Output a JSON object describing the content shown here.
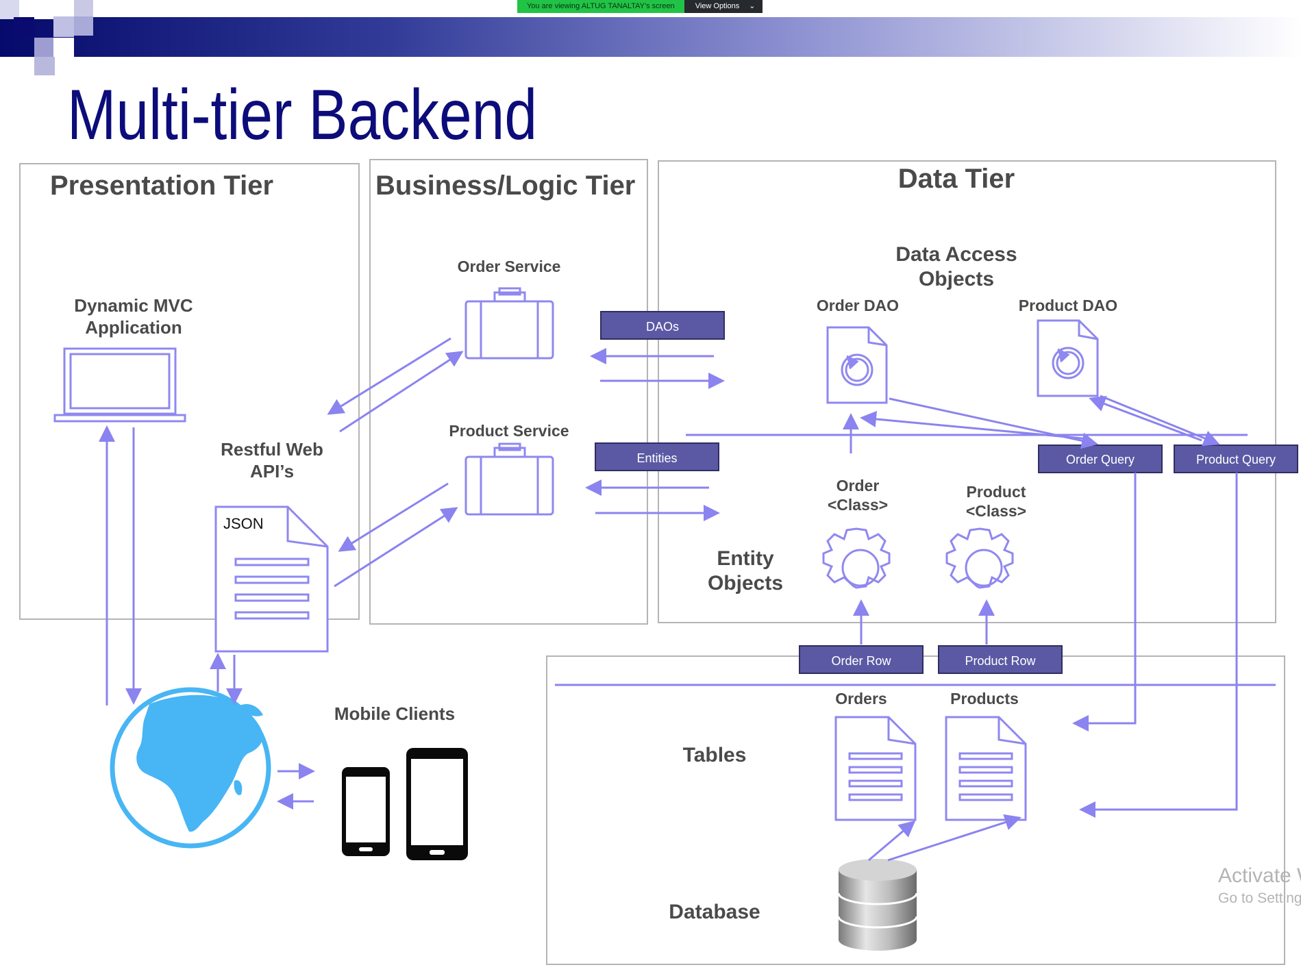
{
  "zoom_banner": {
    "viewing_text": "You are viewing ALTUG TANALTAY's screen",
    "view_options_label": "View Options"
  },
  "slide": {
    "title": "Multi-tier Backend",
    "colors": {
      "title": "#0c0c7a",
      "arrow": "#8b83ef",
      "icon": "#8f88f0",
      "box_fill": "#5b59a4",
      "globe": "#48b5f4",
      "frame": "#b4b4b4"
    }
  },
  "presentation_tier": {
    "title": "Presentation Tier",
    "mvc_label_line1": "Dynamic MVC",
    "mvc_label_line2": "Application",
    "api_label_line1": "Restful Web",
    "api_label_line2": "API’s",
    "json_label": "JSON",
    "icons": [
      "laptop-icon",
      "document-icon",
      "globe-icon"
    ]
  },
  "mobile": {
    "label": "Mobile Clients",
    "icons": [
      "phone-icon",
      "phone-icon"
    ]
  },
  "business_tier": {
    "title": "Business/Logic Tier",
    "order_service": "Order Service",
    "product_service": "Product Service",
    "icons": [
      "briefcase-icon",
      "briefcase-icon"
    ]
  },
  "exchange_boxes": {
    "daos": "DAOs",
    "entities": "Entities"
  },
  "data_tier": {
    "title": "Data Tier",
    "dao_heading_line1": "Data Access",
    "dao_heading_line2": "Objects",
    "order_dao": "Order DAO",
    "product_dao": "Product DAO",
    "order_query": "Order Query",
    "product_query": "Product Query",
    "order_class_line1": "Order",
    "order_class_line2": "<Class>",
    "product_class_line1": "Product",
    "product_class_line2": "<Class>",
    "entity_label_line1": "Entity",
    "entity_label_line2": "Objects",
    "icons": [
      "refresh-document-icon",
      "gear-icon"
    ]
  },
  "database_section": {
    "order_row": "Order Row",
    "product_row": "Product Row",
    "tables_label": "Tables",
    "orders": "Orders",
    "products": "Products",
    "database_label": "Database",
    "icons": [
      "table-document-icon",
      "database-icon"
    ]
  },
  "watermark": {
    "line1": "Activate W",
    "line2": "Go to Setting"
  }
}
